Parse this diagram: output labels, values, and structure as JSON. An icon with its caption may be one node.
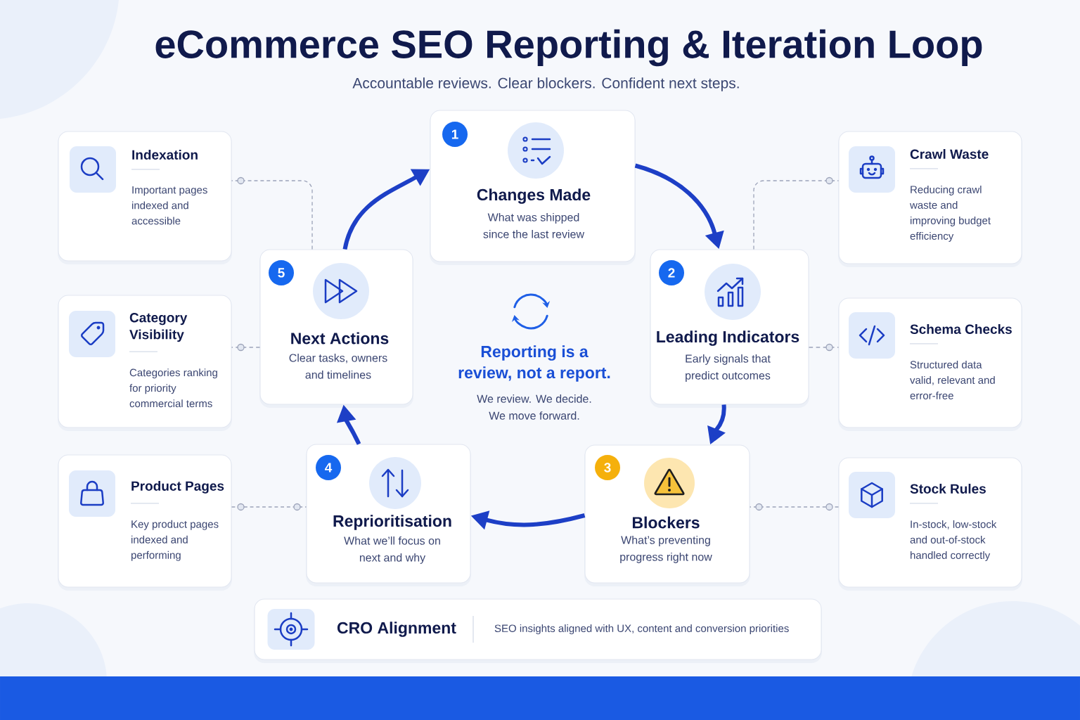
{
  "diagram": {
    "title": "eCommerce SEO Reporting & Iteration Loop",
    "nodes": [
      {
        "text": [
          "Indexation",
          "Important pages indexed and accessible"
        ]
      },
      {
        "text": [
          "1",
          "Changes Made",
          "What was shipped since the last review"
        ]
      },
      {
        "text": [
          "Crawl Waste",
          "Reducing crawl waste and improving budget efficiency"
        ]
      },
      {
        "text": [
          "5",
          "Next Actions",
          "Clear tasks, owners and timelines"
        ]
      },
      {
        "text": [
          "2",
          "Leading Indicators",
          "Early signals that predict outcomes"
        ]
      },
      {
        "text": [
          "Category Visibility",
          "Categories ranking for priority commercial terms"
        ]
      },
      {
        "text": [
          "Schema Checks",
          "Structured data valid, relevant and error-free"
        ]
      },
      {
        "text": [
          "4",
          "Reprioritisation",
          "What we’ll focus on next and why"
        ]
      },
      {
        "text": [
          "3",
          "Blockers",
          "What’s preventing progress right now"
        ]
      },
      {
        "text": [
          "Product Pages",
          "Key product pages indexed and performing"
        ]
      },
      {
        "text": [
          "Stock Rules",
          "In-stock, low-stock and out-of-stock handled correctly"
        ]
      },
      {
        "text": [
          "CRO Alignment",
          "SEO insights aligned with UX, content and conversion priorities"
        ]
      }
    ],
    "edges": [
      {
        "from": 1,
        "to": 4,
        "arrow": "to",
        "style": "thick",
        "color": "#1d3fc6"
      },
      {
        "from": 4,
        "to": 8,
        "arrow": "to",
        "style": "thick",
        "color": "#1d3fc6"
      },
      {
        "from": 8,
        "to": 7,
        "arrow": "to",
        "style": "thick",
        "color": "#1d3fc6"
      },
      {
        "from": 7,
        "to": 3,
        "arrow": "to",
        "style": "thick",
        "color": "#1d3fc6"
      },
      {
        "from": 3,
        "to": 1,
        "arrow": "to",
        "style": "thick",
        "color": "#1d3fc6"
      },
      {
        "from": 3,
        "to": 0,
        "arrow": "none",
        "style": "dashed"
      },
      {
        "from": 3,
        "to": 5,
        "arrow": "none",
        "style": "dashed"
      },
      {
        "from": 9,
        "to": 7,
        "arrow": "none",
        "style": "dashed"
      },
      {
        "from": 4,
        "to": 2,
        "arrow": "none",
        "style": "dashed"
      },
      {
        "from": 4,
        "to": 6,
        "arrow": "none",
        "style": "dashed"
      },
      {
        "from": 10,
        "to": 8,
        "arrow": "none",
        "style": "dashed"
      }
    ],
    "labels": [
      "Accountable reviews. Clear blockers. Confident next steps.",
      "Reporting is a review, not a report.",
      "We review. We decide. We move forward."
    ]
  }
}
